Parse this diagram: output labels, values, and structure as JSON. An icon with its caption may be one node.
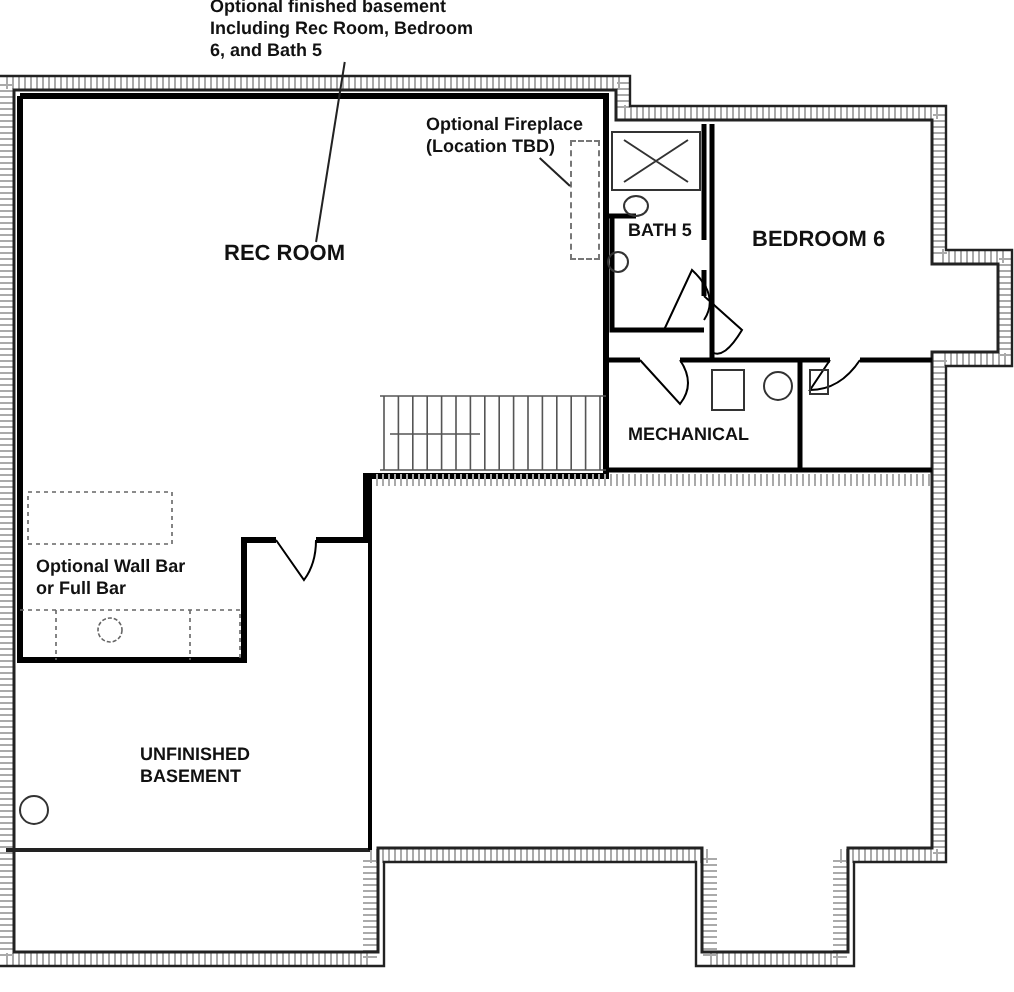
{
  "diagram": {
    "nodes": [
      {
        "text": [
          "Optional finished basement Including Rec Room, Bedroom 6, and Bath 5"
        ]
      },
      {
        "text": [
          "REC ROOM"
        ]
      },
      {
        "text": [
          "Optional Fireplace (Location TBD)"
        ]
      },
      {
        "text": [],
        "shape": "box"
      },
      {
        "text": [
          "BATH 5"
        ]
      },
      {
        "text": [
          "BEDROOM 6"
        ]
      },
      {
        "text": [
          "MECHANICAL"
        ]
      },
      {
        "text": [
          "UNFINISHED BASEMENT"
        ]
      }
    ],
    "edges": [
      {
        "from": 0,
        "to": 1,
        "arrow": "none"
      },
      {
        "from": 2,
        "to": 3,
        "arrow": "none"
      }
    ],
    "labels": [
      "Optional Wall Bar or Full Bar"
    ]
  }
}
